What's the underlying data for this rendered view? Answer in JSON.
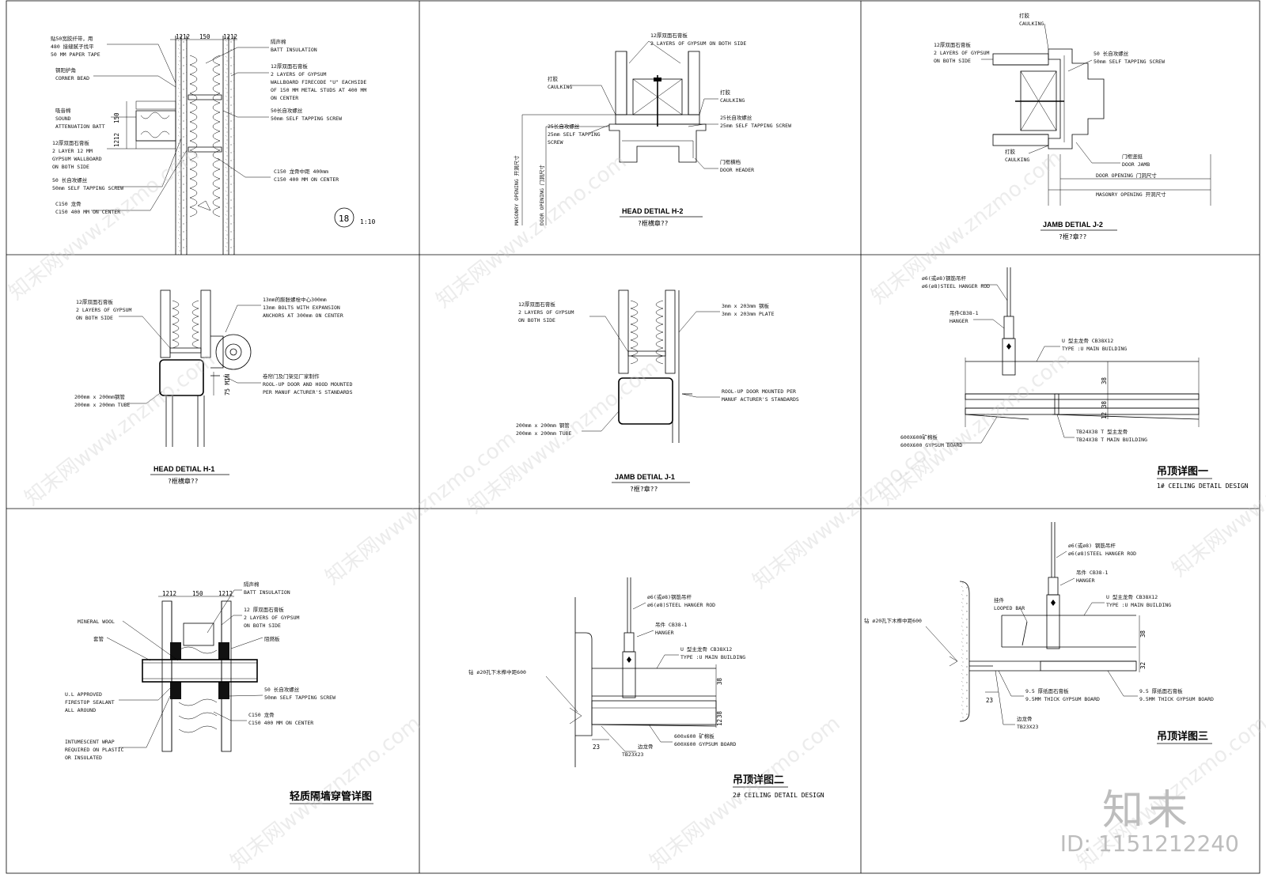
{
  "p1": {
    "dims": [
      "1212",
      "150",
      "1212",
      "150",
      "1212"
    ],
    "labels": [
      "贴50宽胶纤带，用",
      "480 接缝腻子找平",
      "50 MM PAPER TAPE",
      "钢阳护角",
      "CORNER BEAD",
      "吸音棉",
      "SOUND",
      "ATTENUATION BATT",
      "12厚双面石膏板",
      "2 LAYER 12 MM",
      "GYPSUM WALLBOARD",
      "ON BOTH SIDE",
      "50 长自攻螺丝",
      "50mm SELF TAPPING SCREW",
      "C150 龙骨",
      "C150 400 MM ON CENTER",
      "隔声棉",
      "BATT INSULATION",
      "12厚双面石膏板",
      "2 LAYERS OF GYPSUM",
      "WALLBOARD FIRECODE \"U\" EACHSIDE",
      "OF 150 MM METAL STUDS AT 400 MM",
      "ON CENTER",
      "50长自攻螺丝",
      "50mm SELF TAPPING SCREW",
      "C150  龙骨中距 400mm",
      "C150 400 MM ON CENTER"
    ],
    "mark": "18",
    "scale": "1:10"
  },
  "p2": {
    "labels": [
      "12厚双面石膏板",
      "2 LAYERS OF GYPSUM ON BOTH SIDE",
      "打胶",
      "CAULKING",
      "打胶",
      "CAULKING",
      "25长自攻螺丝",
      "25mm SELF TAPPING SCREW",
      "25长自攻螺丝",
      "25mm SELF TAPPING",
      "SCREW",
      "门框横档",
      "DOOR HEADER"
    ],
    "vertical": [
      "MASONRY OPENING  开洞尺寸",
      "DOOR OPENING  门洞尺寸"
    ],
    "title": "HEAD DETIAL   H-2",
    "subtitle": "?框横章??"
  },
  "p3": {
    "labels": [
      "打胶",
      "CAULKING",
      "12厚双面石膏板",
      "2 LAYERS OF GYPSUM",
      "ON BOTH SIDE",
      "50 长自攻螺丝",
      "50mm SELF TAPPING SCREW",
      "打胶",
      "CAULKING",
      "门框竖挺",
      "DOOR JAMB"
    ],
    "dims": [
      "DOOR OPENING  门洞尺寸",
      "MASONRY OPENING  开洞尺寸"
    ],
    "title": "JAMB DETIAL   J-2",
    "subtitle": "?框?章??"
  },
  "p4": {
    "labels": [
      "12厚双面石膏板",
      "2 LAYERS OF GYPSUM",
      "ON BOTH SIDE",
      "13mm的膨胀螺栓中心300mm",
      "13mm BOLTS WITH EXPANSION",
      "ANCHORS AT 300mm ON CENTER",
      "卷帘门及门架见厂家制作",
      "ROOL-UP DOOR AND HOOD MOUNTED",
      "PER MANUF ACTURER'S STANDARDS",
      "200mm x 200mm钢管",
      "200mm x 200mm TUBE"
    ],
    "dim": "75 MIN",
    "title": "HEAD DETIAL   H-1",
    "subtitle": "?框横章??"
  },
  "p5": {
    "labels": [
      "12厚双面石膏板",
      "2 LAYERS OF GYPSUM",
      "ON BOTH SIDE",
      "3mm x 203mm  钢板",
      "3mm x 203mm PLATE",
      "ROOL-UP DOOR MOUNTED PER",
      "MANUF ACTURER'S STANDARDS",
      "200mm x 200mm 钢管",
      "200mm x 200mm TUBE"
    ],
    "title": "JAMB DETIAL   J-1",
    "subtitle": "?框?章??"
  },
  "p6": {
    "labels": [
      "ø6(或ø8)钢筋吊杆",
      "ø6(ø8)STEEL HANGER ROD",
      "吊件CB38-1",
      "HANGER",
      "U 型主龙骨 CB38X12",
      "TYPE :U  MAIN BUILDING",
      "TB24X38 T 型主龙骨",
      "TB24X38 T  MAIN BUILDING",
      "600X600矿棉板",
      "600X600 GYPSUM BOARD"
    ],
    "dims": [
      "38",
      "38",
      "12"
    ],
    "title": "吊顶详图一",
    "subtitle": "1# CEILING DETAIL  DESIGN"
  },
  "p7": {
    "dims": [
      "1212",
      "150",
      "1212"
    ],
    "labels": [
      "隔声棉",
      "BATT INSULATION",
      "12 厚双面石膏板",
      "2 LAYERS OF GYPSUM",
      "ON BOTH SIDE",
      "MINERAL WOOL",
      "套管",
      "阻燃板",
      "50 长自攻螺丝",
      "50mm SELF TAPPING SCREW",
      "C150  龙骨",
      "C150 400 MM ON CENTER",
      "U.L APPROVED",
      "FIRESTOP SEALANT",
      "ALL AROUND",
      "INTUMESCENT WRAP",
      "REQUIRED ON PLASTIC",
      "OR INSULATED"
    ],
    "title": "轻质隔墙穿管详图"
  },
  "p8": {
    "labels": [
      "ø6(或ø8)钢筋吊杆",
      "ø6(ø8)STEEL HANGER ROD",
      "吊件 CB38-1",
      "HANGER",
      "U  型主龙骨  CB38X12",
      "TYPE :U  MAIN BUILDING",
      "钻 ø20孔下木榫中距600",
      "600x600 矿棉板",
      "600X600 GYPSUM BOARD",
      "边龙骨",
      "TB23X23"
    ],
    "dims": [
      "38",
      "38",
      "12",
      "23"
    ],
    "title": "吊顶详图二",
    "subtitle": "2# CEILING DETAIL  DESIGN"
  },
  "p9": {
    "labels": [
      "ø6(或ø8) 钢筋吊杆",
      "ø6(ø8)STEEL HANGER ROD",
      "吊件  CB38-1",
      "HANGER",
      "挂件",
      "LOOPED BAR",
      "U 型主龙骨  CB38X12",
      "TYPE :U  MAIN BUILDING",
      "钻 ø20孔下木榫中距600",
      "9.5 厚纸面石膏板",
      "9.5MM THICK GYPSUM BOARD",
      "9.5 厚纸面石膏板",
      "9.5MM THICK GYPSUM BOARD",
      "边龙骨",
      "TB23X23"
    ],
    "dims": [
      "38",
      "32",
      "23"
    ],
    "title": "吊顶详图三"
  },
  "watermark": "知末网www.znzmo.com",
  "brand": "知末",
  "image_id": "ID: 1151212240"
}
